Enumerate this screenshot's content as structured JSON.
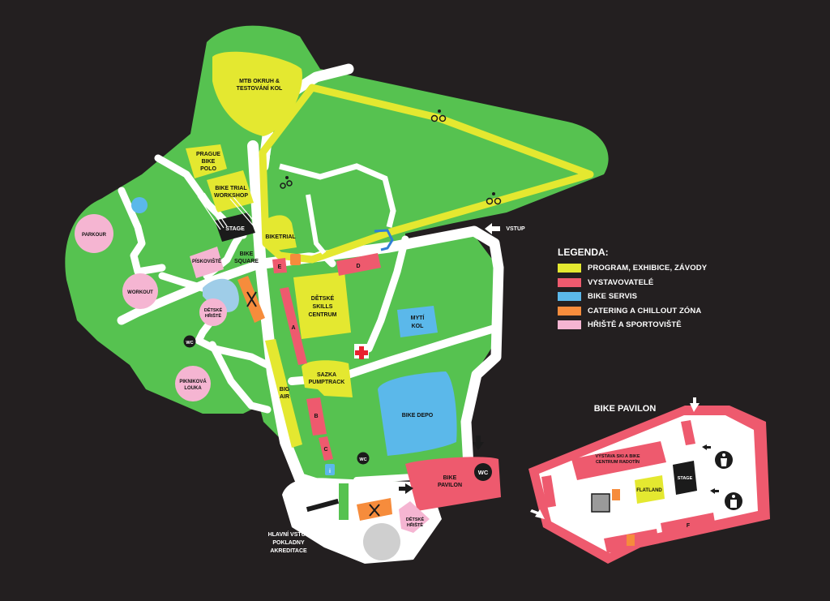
{
  "legend": {
    "title": "LEGENDA:",
    "items": [
      {
        "label": "PROGRAM, EXHIBICE, ZÁVODY",
        "color": "#e4e830"
      },
      {
        "label": "VYSTAVOVATELÉ",
        "color": "#ee5a6e"
      },
      {
        "label": "BIKE SERVIS",
        "color": "#5bb8ea"
      },
      {
        "label": "CATERING A CHILLOUT ZÓNA",
        "color": "#f68c3c"
      },
      {
        "label": "HŘIŠTĚ A SPORTOVIŠTĚ",
        "color": "#f5b5d2"
      }
    ]
  },
  "colors": {
    "park": "#56c250",
    "path": "#ffffff",
    "background": "#231f20",
    "pavilion": "#ee5a6e"
  },
  "labels": {
    "mtb_1": "MTB OKRUH &",
    "mtb_2": "TESTOVÁNÍ KOL",
    "prague_1": "PRAGUE",
    "prague_2": "BIKE",
    "prague_3": "POLO",
    "trial_ws_1": "BIKE TRIAL",
    "trial_ws_2": "WORKSHOP",
    "stage": "STAGE",
    "biketrial": "BIKETRIAL",
    "bike_square_1": "BIKE",
    "bike_square_2": "SQUARE",
    "piskoviste": "PÍSKOVIŠTĚ",
    "parkour": "PARKOUR",
    "workout": "WORKOUT",
    "detske_hriste_1": "DĚTSKÉ",
    "detske_hriste_2": "HŘIŠTĚ",
    "piknik_1": "PIKNIKOVÁ",
    "piknik_2": "LOUKA",
    "wc": "WC",
    "skills_1": "DĚTSKÉ",
    "skills_2": "SKILLS",
    "skills_3": "CENTRUM",
    "myti_1": "MYTÍ",
    "myti_2": "KOL",
    "sazka_1": "SAZKA",
    "sazka_2": "PUMPTRACK",
    "big_1": "BIG",
    "big_2": "AIR",
    "bike_depo": "BIKE DEPO",
    "pavilon_1": "BIKE",
    "pavilon_2": "PAVILON",
    "vstup": "VSTUP",
    "hlavni_1": "HLAVNÍ VSTUP",
    "hlavni_2": "POKLADNY",
    "hlavni_3": "AKREDITACE",
    "letter_a": "A",
    "letter_b": "B",
    "letter_c": "C",
    "letter_d": "D",
    "letter_e": "E",
    "letter_f": "F",
    "info": "i",
    "pavilion_title": "BIKE PAVILON",
    "vystava_1": "VÝSTAVA SKI A BIKE",
    "vystava_2": "CENTRUM RADOTÍN",
    "flatland": "FLATLAND"
  }
}
